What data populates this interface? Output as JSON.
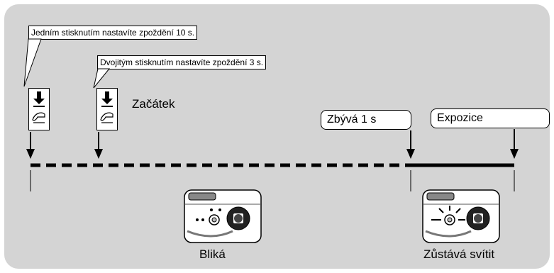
{
  "callouts": {
    "single_press": "Jedním stisknutím nastavíte zpoždění 10 s.",
    "double_press": "Dvojitým stisknutím nastavíte zpoždění 3 s."
  },
  "labels": {
    "start": "Začátek",
    "remaining": "Zbývá 1 s",
    "exposure": "Expozice"
  },
  "captions": {
    "blinking": "Bliká",
    "steady": "Zůstává svítit"
  },
  "colors": {
    "panel": "#d4d4d4",
    "line": "#000000"
  }
}
